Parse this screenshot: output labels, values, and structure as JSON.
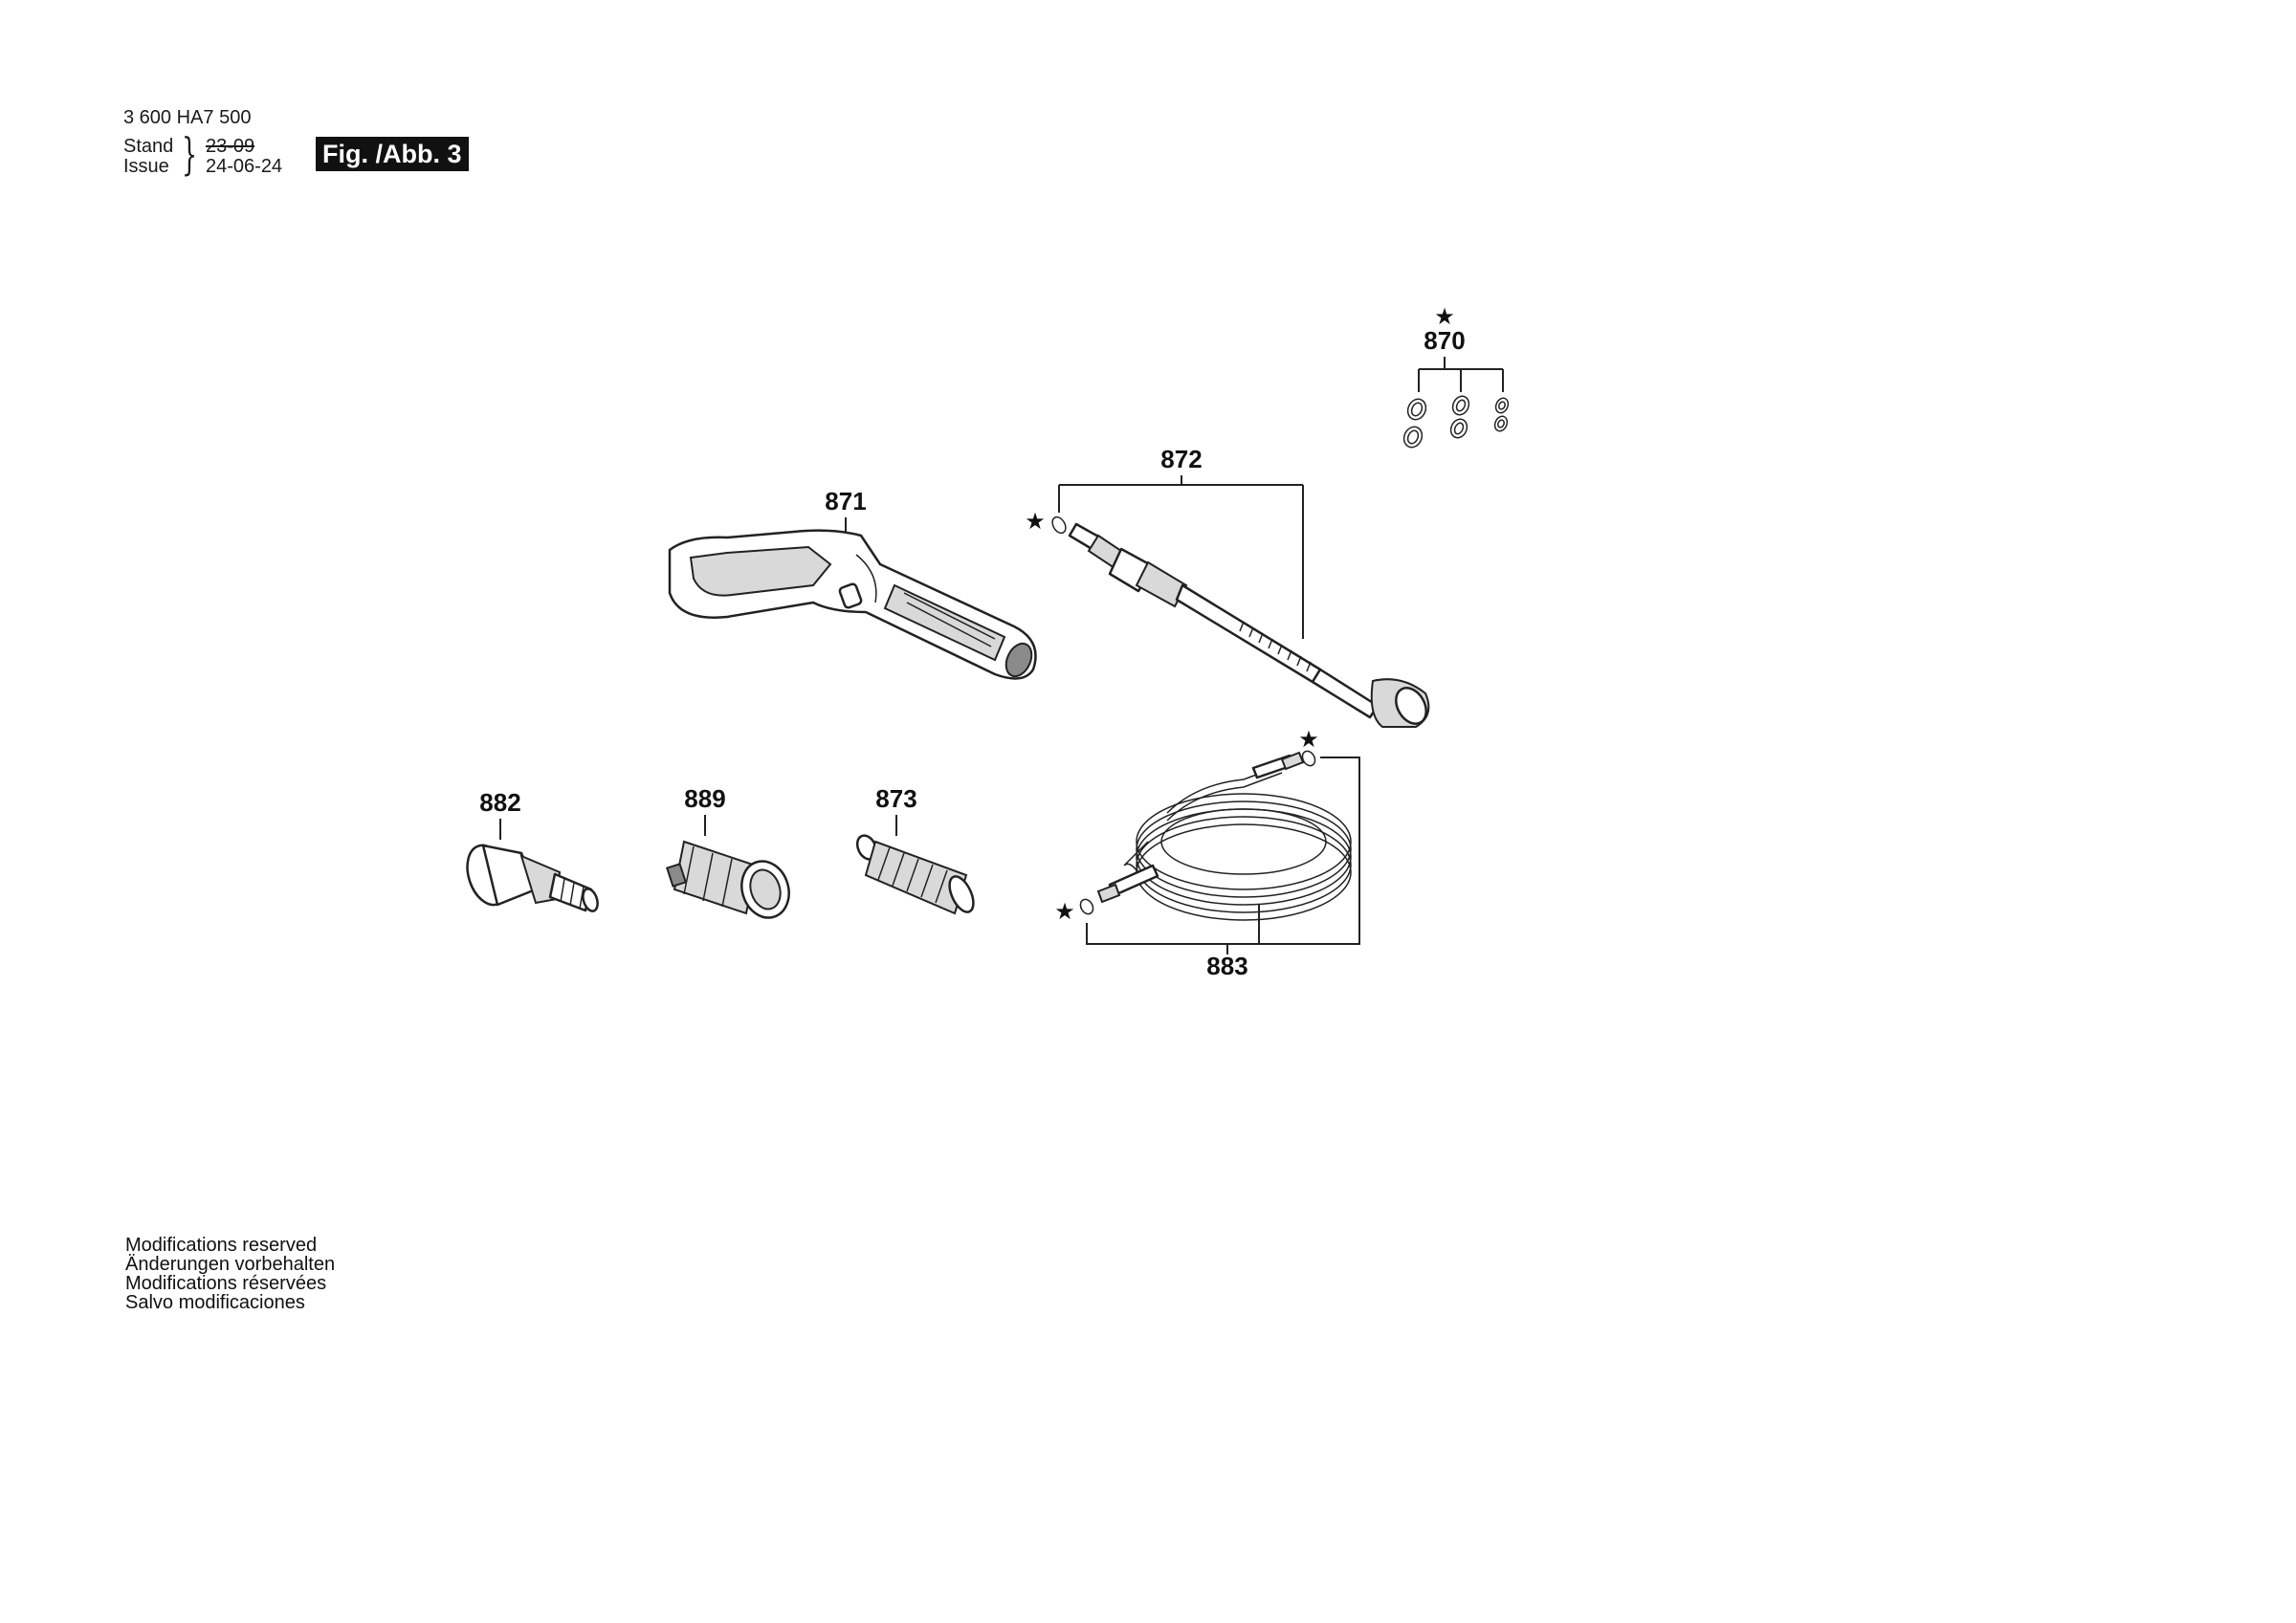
{
  "header": {
    "part_number": "3 600 HA7 500",
    "stand_label": "Stand",
    "issue_label": "Issue",
    "brace": "}",
    "old_date": "23-09",
    "new_date": "24-06-24",
    "figure_tag": "Fig. /Abb. 3"
  },
  "parts": [
    {
      "number": "870",
      "starred": true
    },
    {
      "number": "872",
      "starred": true
    },
    {
      "number": "871",
      "starred": false
    },
    {
      "number": "882",
      "starred": false
    },
    {
      "number": "889",
      "starred": false
    },
    {
      "number": "873",
      "starred": false
    },
    {
      "number": "883",
      "starred": true
    }
  ],
  "star_symbol": "★",
  "notes": [
    "Modifications reserved",
    "Änderungen vorbehalten",
    "Modifications réservées",
    "Salvo modificaciones"
  ]
}
